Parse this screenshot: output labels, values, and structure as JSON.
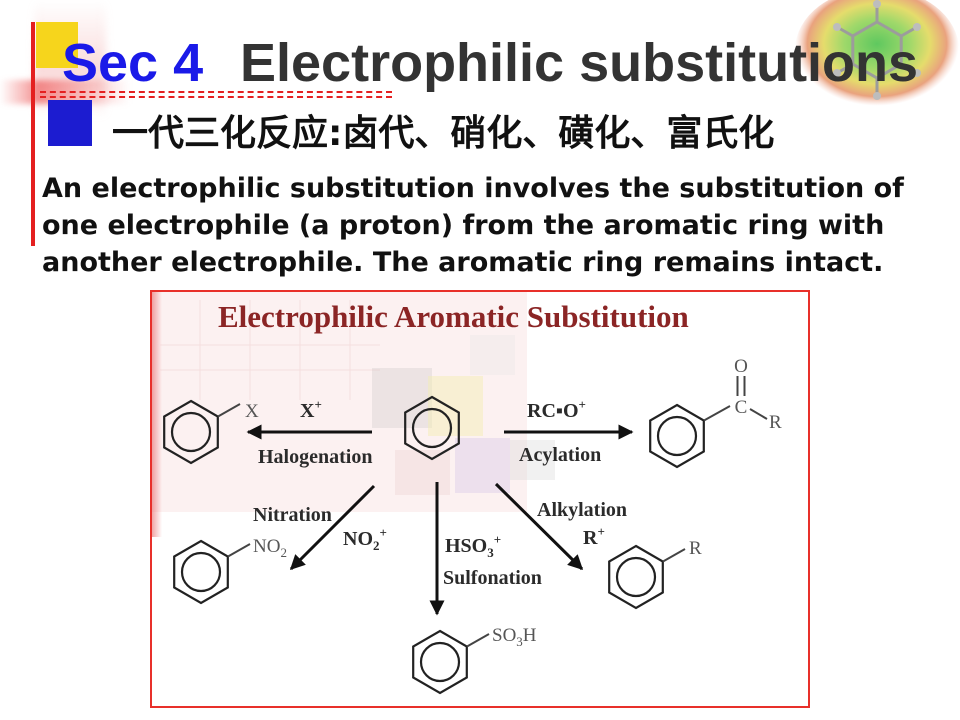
{
  "slide": {
    "title": {
      "section": "Sec 4",
      "text": "Electrophilic substitutions"
    },
    "subtitle": "一代三化反应:卤代、硝化、磺化、富氏化",
    "paragraph_lines": [
      "An electrophilic substitution involves the substitution of",
      "one electrophile (a proton) from the aromatic ring with",
      "another electrophile. The aromatic ring remains intact."
    ]
  },
  "icons": {
    "corner_graphic": "molecule-icon"
  },
  "colors": {
    "section_blue": "#1a1ae8",
    "title_text": "#333333",
    "accent_red": "#e42020",
    "accent_yellow": "#f6d51c",
    "accent_blue": "#1c1cd0",
    "diagram_border": "#e8302a",
    "diagram_title": "#8b2525"
  },
  "diagram": {
    "title": "Electrophilic Aromatic Substitution",
    "reactions": {
      "halogenation": {
        "name": "Halogenation",
        "reagent": {
          "base": "X",
          "sup": "+"
        },
        "product_group": {
          "base": "X"
        }
      },
      "acylation": {
        "name": "Acylation",
        "reagent": {
          "base": "RC▪O",
          "sup": "+"
        },
        "product_group": {
          "oxygen": "O",
          "carbon": "C",
          "r": "R"
        }
      },
      "nitration": {
        "name": "Nitration",
        "reagent": {
          "base": "NO",
          "sub": "2",
          "sup": "+"
        },
        "product_group": {
          "base": "NO",
          "sub": "2"
        }
      },
      "sulfonation": {
        "name": "Sulfonation",
        "reagent": {
          "base": "HSO",
          "sub": "3",
          "sup": "+"
        },
        "product_group": {
          "base": "SO",
          "sub": "3",
          "tail": "H"
        }
      },
      "alkylation": {
        "name": "Alkylation",
        "reagent": {
          "base": "R",
          "sup": "+"
        },
        "product_group": {
          "base": "R"
        }
      }
    }
  }
}
